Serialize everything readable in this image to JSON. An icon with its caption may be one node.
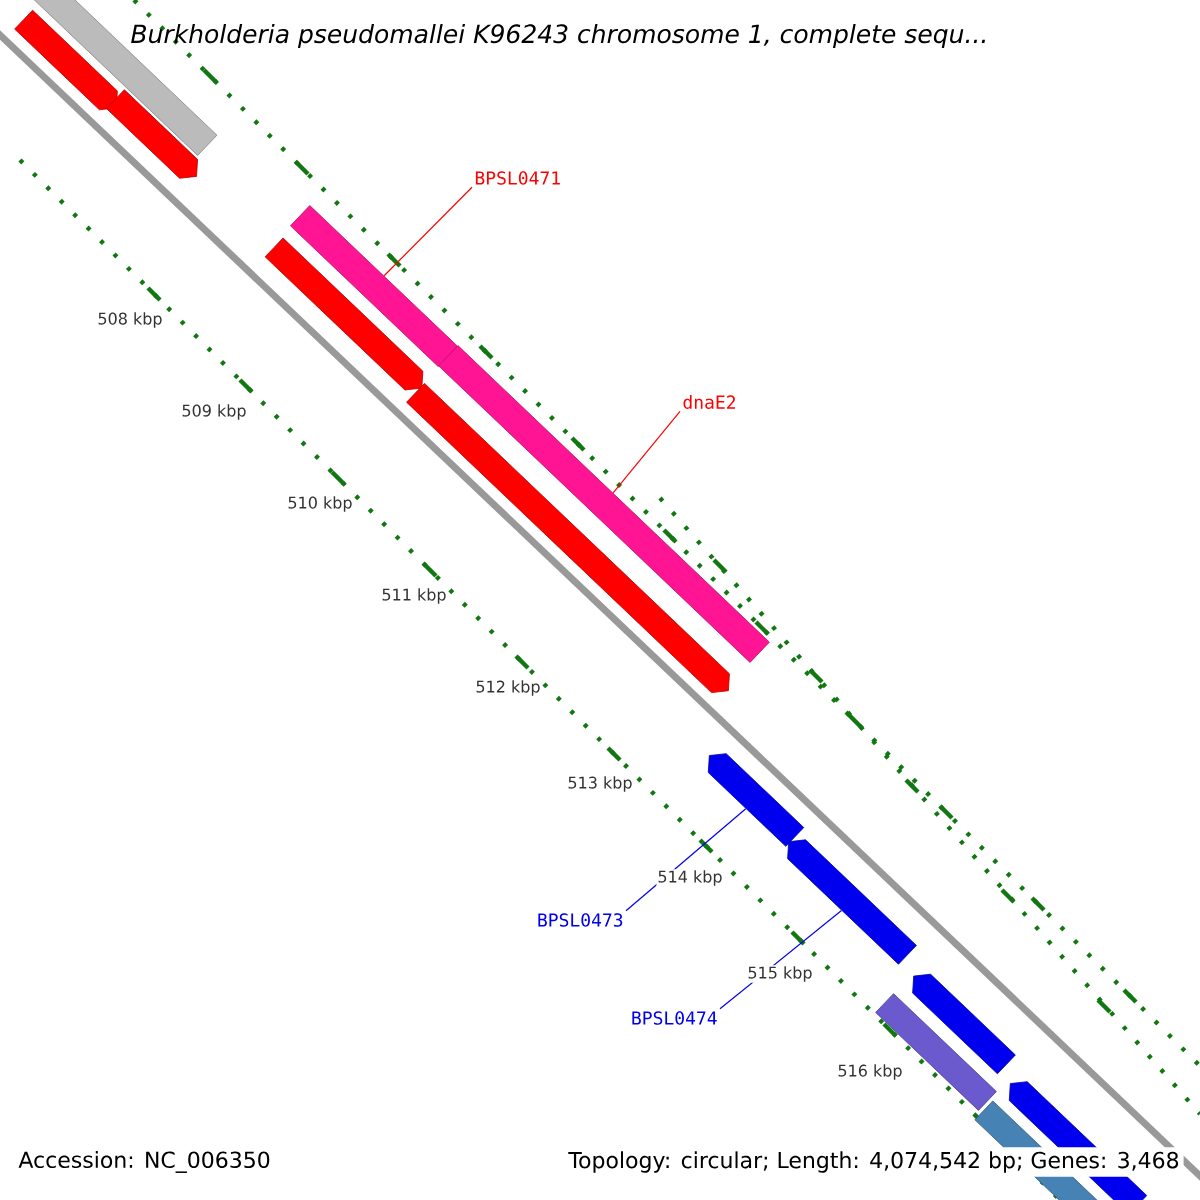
{
  "diagram": {
    "title": "Burkholderia pseudomallei K96243 chromosome 1, complete sequ...",
    "nodes": [
      {
        "text": [
          "BPSL0471"
        ]
      },
      {
        "text": [
          "dnaE2"
        ]
      },
      {
        "text": [
          "BPSL0473"
        ]
      },
      {
        "text": [
          "BPSL0474"
        ]
      },
      {
        "text": [],
        "shape": "bar"
      },
      {
        "text": [],
        "shape": "bar"
      },
      {
        "text": [],
        "shape": "bar"
      },
      {
        "text": [],
        "shape": "bar"
      },
      {
        "text": [],
        "shape": "bar"
      },
      {
        "text": [],
        "shape": "bar"
      },
      {
        "text": [],
        "shape": "bar"
      },
      {
        "text": [],
        "shape": "bar"
      },
      {
        "text": [],
        "shape": "bar"
      },
      {
        "text": [],
        "shape": "bar"
      },
      {
        "text": [],
        "shape": "bar"
      },
      {
        "text": [],
        "shape": "bar"
      },
      {
        "text": [],
        "shape": "bar"
      }
    ],
    "edges": [
      {
        "from": 0,
        "to": 4,
        "arrow": "none",
        "color": "#ff0000"
      },
      {
        "from": 1,
        "to": 5,
        "arrow": "none",
        "color": "#ff0000"
      },
      {
        "from": 2,
        "to": 6,
        "arrow": "none",
        "color": "#0000ee"
      },
      {
        "from": 3,
        "to": 7,
        "arrow": "none",
        "color": "#0000ee"
      }
    ],
    "labels": [
      "508 kbp",
      "509 kbp",
      "510 kbp",
      "511 kbp",
      "512 kbp",
      "513 kbp",
      "514 kbp",
      "515 kbp",
      "516 kbp",
      "Accession: NC_006350",
      "Topology: circular; Length: 4,074,542 bp; Genes: 3,468"
    ]
  }
}
